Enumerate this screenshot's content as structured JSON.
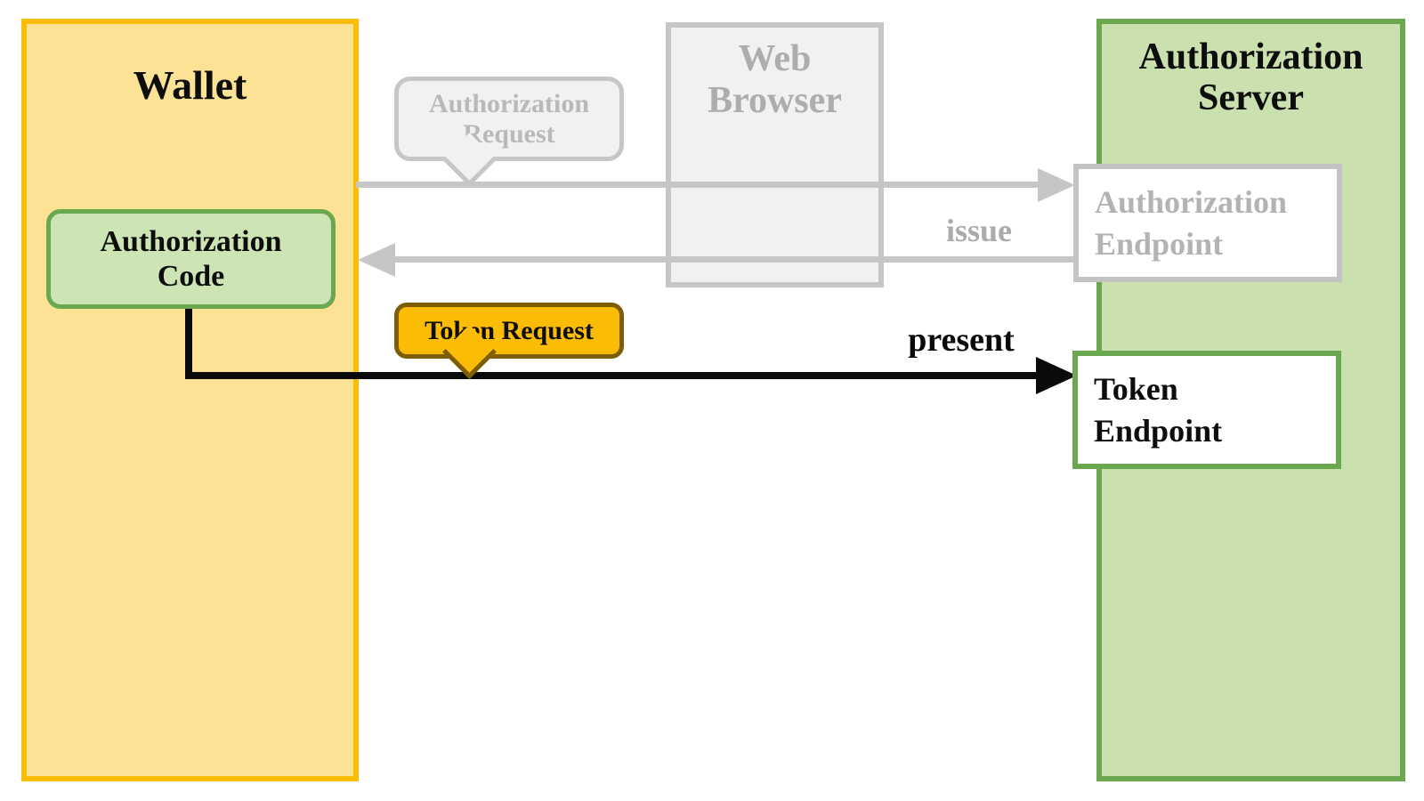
{
  "wallet": {
    "title": "Wallet"
  },
  "web_browser": {
    "title": "Web Browser"
  },
  "authorization_server": {
    "title": "Authorization Server"
  },
  "nodes": {
    "authorization_code": "Authorization Code",
    "authorization_endpoint": "Authorization Endpoint",
    "token_endpoint": "Token Endpoint"
  },
  "callouts": {
    "authorization_request": "Authorization Request",
    "token_request": "Token Request"
  },
  "edge_labels": {
    "issue": "issue",
    "present": "present"
  },
  "colors": {
    "wallet_fill": "#FCE294",
    "wallet_border": "#FBBC04",
    "server_fill": "#CBE0AF",
    "server_border": "#6AA84F",
    "authorization_code_fill": "#CDE5B4",
    "inactive_fill": "#F1F1F1",
    "inactive_border": "#C6C6C6",
    "inactive_text": "#ADADAD",
    "token_request_fill": "#FBBC05",
    "token_request_border": "#7E5E04",
    "active_arrow": "#0A0A0A",
    "inactive_arrow": "#C6C6C6"
  }
}
